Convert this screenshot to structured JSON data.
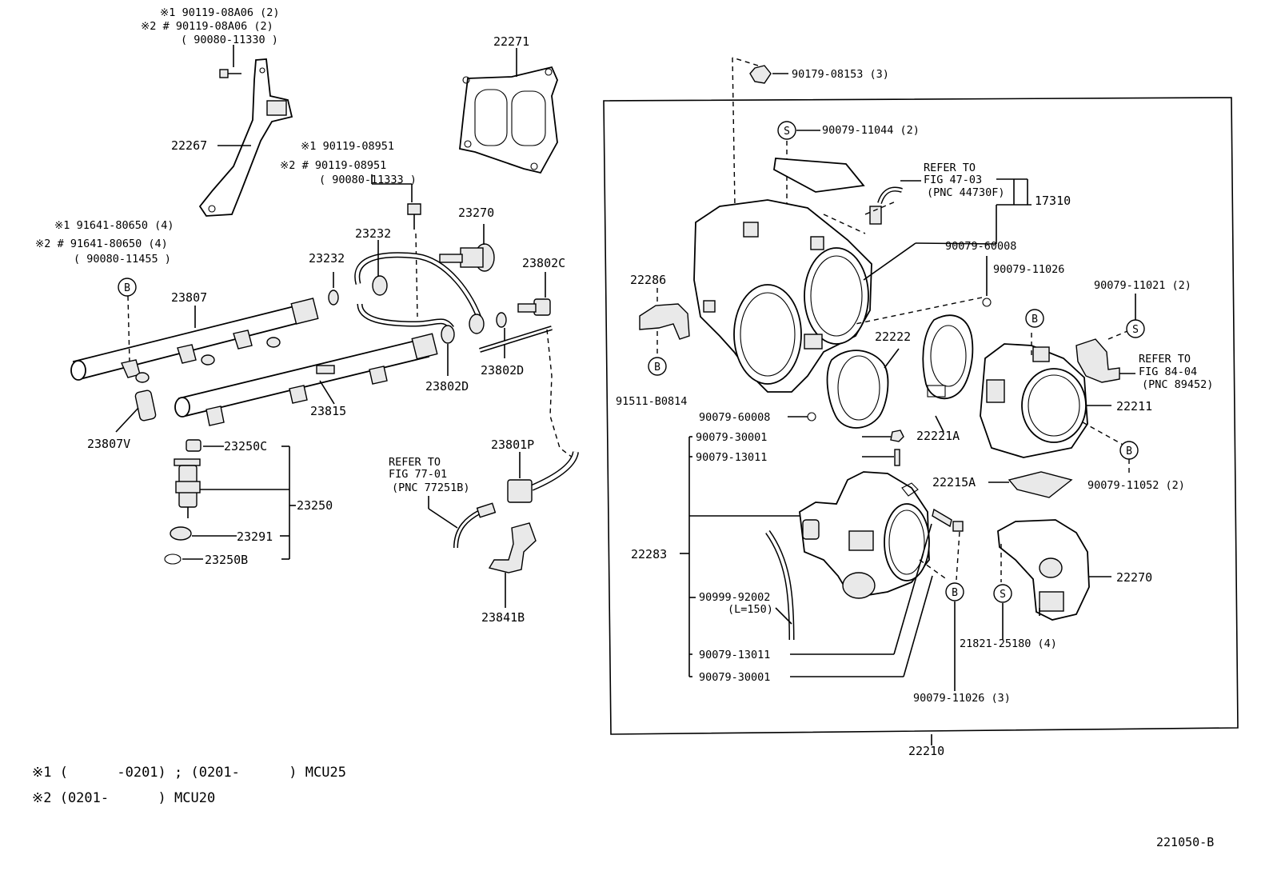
{
  "footnotes": {
    "note1": "※1 (      -0201) ; (0201-      ) MCU25",
    "note2": "※2 (0201-      ) MCU20"
  },
  "figure_id": "221050-B",
  "markers": {
    "b": "B",
    "s": "S"
  },
  "labels": {
    "p22271": "22271",
    "hdr_a1": "※1 90119-08A06 (2)",
    "hdr_a2": "※2 # 90119-08A06 (2)",
    "hdr_a3": "( 90080-11330 )",
    "p22267": "22267",
    "hdr_b1": "※1 90119-08951",
    "hdr_b2": "※2 # 90119-08951",
    "hdr_b3": "( 90080-11333 )",
    "p23270": "23270",
    "hdr_c1": "※1 91641-80650 (4)",
    "hdr_c2": "※2 # 91641-80650 (4)",
    "hdr_c3": "( 90080-11455 )",
    "p23232a": "23232",
    "p23232b": "23232",
    "p23802c": "23802C",
    "p23807": "23807",
    "p23802d_a": "23802D",
    "p23802d_b": "23802D",
    "p23815": "23815",
    "p23807v": "23807V",
    "p23250c": "23250C",
    "p23250": "23250",
    "p23291": "23291",
    "p23250b": "23250B",
    "ref77_1": "REFER TO",
    "ref77_2": "FIG 77-01",
    "ref77_3": "(PNC 77251B)",
    "p23801p": "23801P",
    "p23841b": "23841B",
    "p90179": "90179-08153 (3)",
    "p90079_11044": "90079-11044 (2)",
    "ref47_1": "REFER TO",
    "ref47_2": "FIG 47-03",
    "ref47_3": "(PNC 44730F)",
    "p17310": "17310",
    "p22286": "22286",
    "p90079_60008a": "90079-60008",
    "p90079_11026a": "90079-11026",
    "p90079_11021": "90079-11021 (2)",
    "p22222": "22222",
    "ref84_1": "REFER TO",
    "ref84_2": "FIG 84-04",
    "ref84_3": "(PNC 89452)",
    "p91511": "91511-B0814",
    "p90079_60008b": "90079-60008",
    "p22221a": "22221A",
    "p22211": "22211",
    "p90079_30001a": "90079-30001",
    "p90079_13011a": "90079-13011",
    "p22215a": "22215A",
    "p90079_11052": "90079-11052 (2)",
    "p22283": "22283",
    "p22270": "22270",
    "p90999_1": "90999-92002",
    "p90999_2": "(L=150)",
    "p21821": "21821-25180 (4)",
    "p90079_13011b": "90079-13011",
    "p90079_30001b": "90079-30001",
    "p90079_11026b": "90079-11026 (3)",
    "p22210": "22210"
  }
}
